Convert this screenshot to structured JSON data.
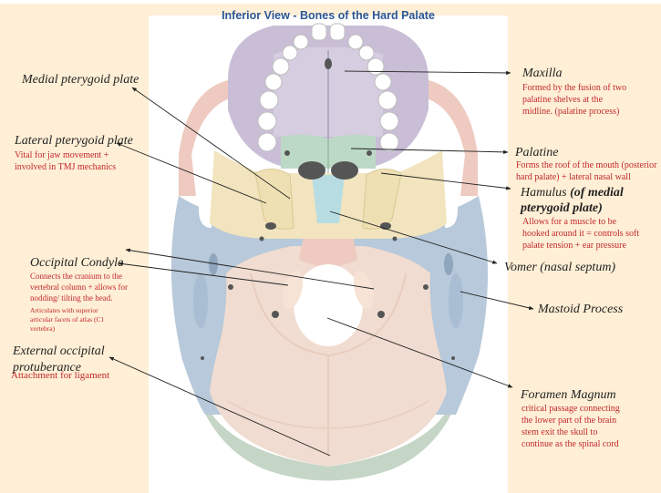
{
  "title": "Inferior View - Bones of the Hard Palate",
  "colors": {
    "background": "#FFEFD6",
    "title": "#2B5797",
    "label": "#222222",
    "description": "#C0282D",
    "maxilla": "#C9BED6",
    "palatine": "#BCD9C6",
    "sphenoid": "#F1E4BE",
    "vomer": "#B7DDE2",
    "temporal": "#B7C9DA",
    "occipital": "#F0DCD0",
    "zygomatic": "#EECAC0",
    "parietal": "#C5D6C6"
  },
  "labels": {
    "medial_pterygoid": {
      "name": "Medial pterygoid plate"
    },
    "lateral_pterygoid": {
      "name": "Lateral pterygoid plate",
      "description": "Vital for jaw movement + involved in TMJ mechanics"
    },
    "occipital_condyle": {
      "name": "Occipital Condyle",
      "description": "Connects the cranium to the vertebral column + allows for nodding/ tilting the head.",
      "note": "Articulates with superior articular facets of atlas (C1 vertebra)"
    },
    "external_occipital": {
      "name_line1": "External occipital",
      "name_line2": "protuberance",
      "description": "Attachment for ligament"
    },
    "maxilla": {
      "name": "Maxilla",
      "description": "Formed by the fusion of two palatine shelves at the midline. (palatine process)"
    },
    "palatine": {
      "name": "Palatine",
      "description": "Forms the roof of the mouth (posterior hard palate) + lateral nasal wall"
    },
    "hamulus": {
      "name": "Hamulus",
      "name_bold": "(of medial",
      "name_bold2": "pterygoid plate)",
      "description": "Allows for a muscle to be hooked around it = controls soft palate tension + ear pressure"
    },
    "vomer": {
      "name": "Vomer (nasal septum)"
    },
    "mastoid": {
      "name": "Mastoid Process"
    },
    "foramen_magnum": {
      "name": "Foramen Magnum",
      "description": "critical passage connecting the lower part of the brain stem exit the skull to continue as the spinal cord"
    }
  }
}
